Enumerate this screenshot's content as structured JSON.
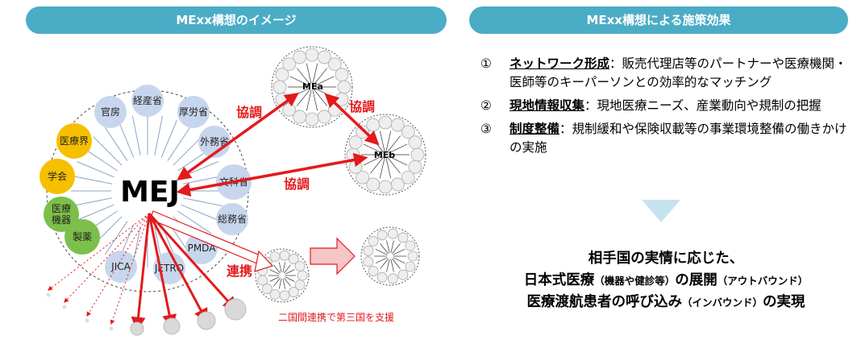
{
  "header_left": "MExx構想のイメージ",
  "header_right": "MExx構想による施策効果",
  "diagram": {
    "center": "MEJ",
    "members": [
      "官房",
      "経産省",
      "厚労省",
      "外務省",
      "文科省",
      "総務省",
      "PMDA",
      "JETRO",
      "JICA",
      "製薬",
      "医療\n機器",
      "学会",
      "医療界"
    ],
    "node_a": "MEa",
    "node_b": "MEb",
    "label_coord1": "協調",
    "label_coord2": "協調",
    "label_coord3": "協調",
    "label_link": "連携",
    "caption": "二国間連携で第三国を支援"
  },
  "colors": {
    "red": "#e31a1c",
    "pill": "#4bacc6",
    "bubble": "#c7d6ec",
    "yellow": "#f6c000",
    "green": "#7cbf4a"
  },
  "effects": [
    {
      "num": "①",
      "term": "ネットワーク形成",
      "desc": "：販売代理店等のパートナーや医療機関・医師等のキーパーソンとの効率的なマッチング"
    },
    {
      "num": "②",
      "term": "現地情報収集",
      "desc": "：現地医療ニーズ、産業動向や規制の把握"
    },
    {
      "num": "③",
      "term": "制度整備",
      "desc": "：規制緩和や保険収載等の事業環境整備の働きかけの実施"
    }
  ],
  "outcome": {
    "line1": "相手国の実情に応じた、",
    "line2_main": "日本式医療",
    "line2_paren": "（機器や健診等）",
    "line2_end": "の展開",
    "line2_tag": "（アウトバウンド）",
    "line3_main": "医療渡航患者の呼び込み",
    "line3_tag": "（インバウンド）",
    "line3_end": "の実現"
  }
}
